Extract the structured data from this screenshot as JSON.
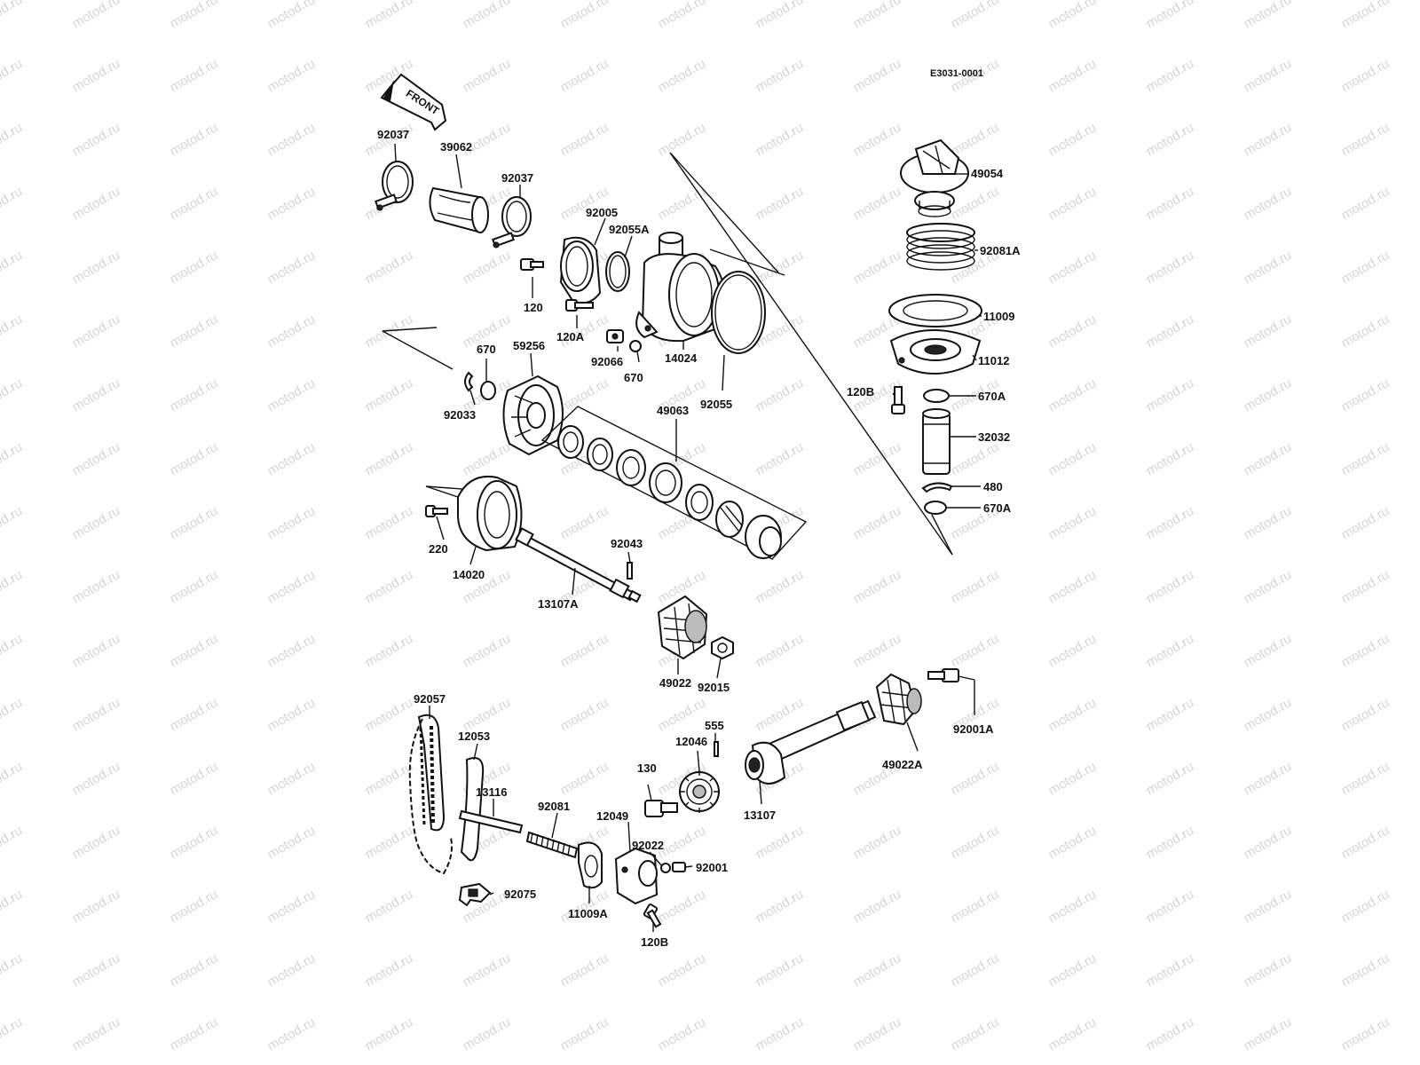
{
  "diagram": {
    "drawing_code": "E3031-0001",
    "front_label": "FRONT",
    "watermark_text": "motod.ru",
    "part_numbers": {
      "p92037a": "92037",
      "p39062": "39062",
      "p92037b": "92037",
      "p92005": "92005",
      "p92055A": "92055A",
      "p120": "120",
      "p120A": "120A",
      "p92066": "92066",
      "p670": "670",
      "p14024": "14024",
      "p92055": "92055",
      "p670b": "670",
      "p59256": "59256",
      "p92033": "92033",
      "p49063": "49063",
      "p220": "220",
      "p14020": "14020",
      "p92043": "92043",
      "p13107A": "13107A",
      "p49022": "49022",
      "p92015": "92015",
      "p49054": "49054",
      "p92081A": "92081A",
      "p11009": "11009",
      "p11012": "11012",
      "p120B": "120B",
      "p670A": "670A",
      "p32032": "32032",
      "p480": "480",
      "p670A2": "670A",
      "p92001A": "92001A",
      "p49022A": "49022A",
      "p555": "555",
      "p12046": "12046",
      "p130": "130",
      "p13107": "13107",
      "p92057": "92057",
      "p12053": "12053",
      "p13116": "13116",
      "p92081": "92081",
      "p12049": "12049",
      "p92022": "92022",
      "p92001": "92001",
      "p11009A": "11009A",
      "p120B2": "120B",
      "p92075": "92075"
    }
  }
}
